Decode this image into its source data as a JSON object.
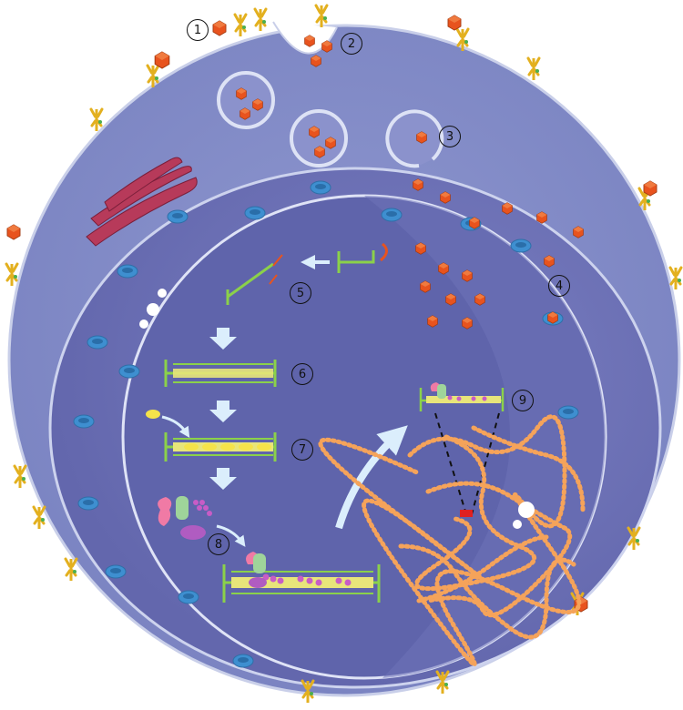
{
  "steps": [
    {
      "label": "1"
    },
    {
      "label": "2"
    },
    {
      "label": "3"
    },
    {
      "label": "4"
    },
    {
      "label": "5"
    },
    {
      "label": "6"
    },
    {
      "label": "7"
    },
    {
      "label": "8"
    },
    {
      "label": "9"
    }
  ],
  "colors": {
    "cytoplasm": "#8e97cf",
    "cytoplasm_edge": "#7f88c3",
    "nucleus": "#6f74b9",
    "nucleus_inner": "#5f64ab",
    "membrane": "#ccd3ee",
    "pore": "#3e8fd0",
    "virus": "#e8531e",
    "virus_dark": "#b83c10",
    "receptor": "#e3b01f",
    "receptor_tip": "#4caf50",
    "dna_frame": "#8bd14a",
    "dna_linker": "#e8e57a",
    "integrase": "#f5e34a",
    "host_factor_pink": "#f07aa5",
    "host_factor_green": "#9fd49a",
    "host_factor_purple": "#b05cc1",
    "chromatin": "#f5a35a",
    "golgi": "#b73a5a",
    "arrow": "#dbeefc"
  }
}
